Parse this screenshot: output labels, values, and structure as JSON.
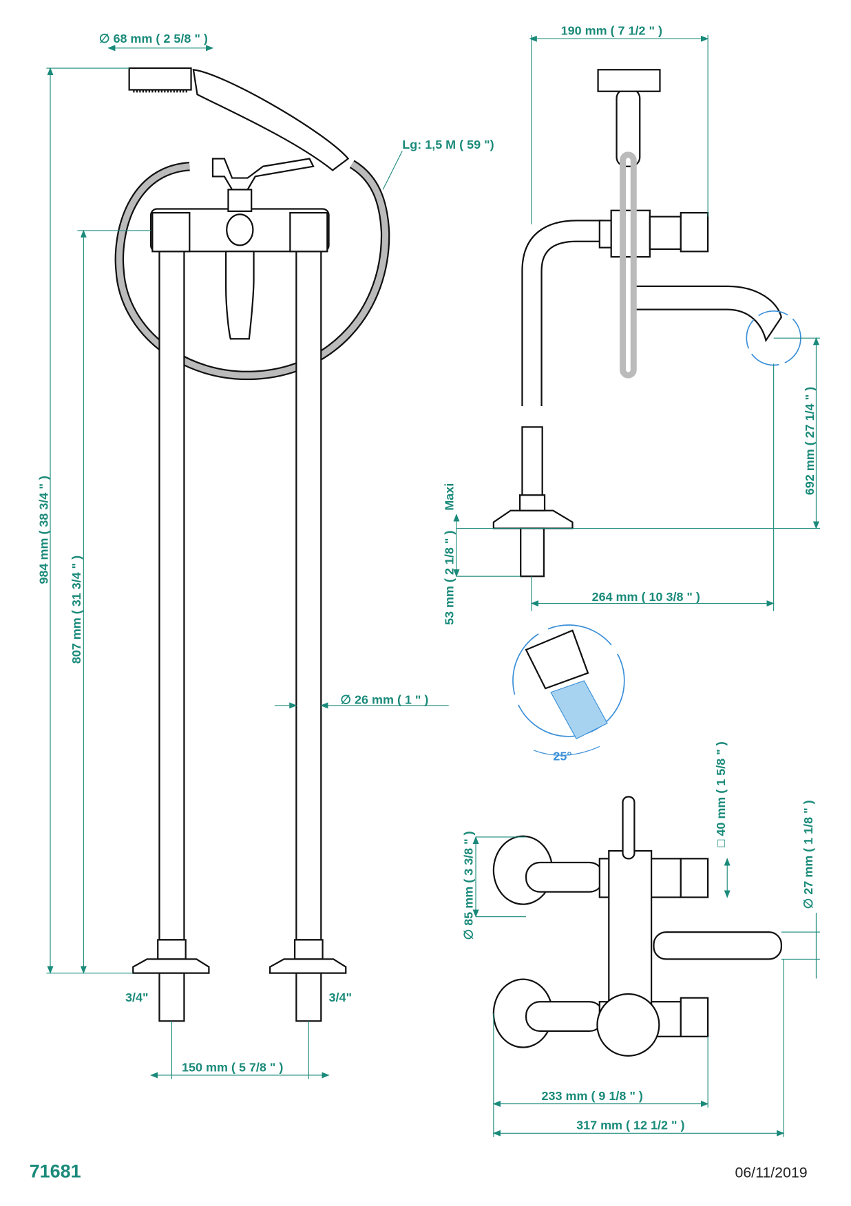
{
  "drawing": {
    "product_code": "71681",
    "date": "06/11/2019",
    "colors": {
      "dimension": "#1a8a7a",
      "detail": "#3a8fd8",
      "outline": "#111111"
    },
    "dimensions": {
      "head_diameter": "∅ 68 mm ( 2 5/8 \" )",
      "side_width": "190 mm ( 7 1/2 \" )",
      "hose_length": "Lg: 1,5 M ( 59 \")",
      "total_height": "984 mm ( 38 3/4 \" )",
      "body_height": "807 mm ( 31 3/4 \" )",
      "pipe_diameter": "∅ 26 mm ( 1 \" )",
      "maxi_label": "Maxi",
      "foot_length": "53 mm ( 2 1/8 \" )",
      "spout_height": "692 mm ( 27 1/4 \" )",
      "spout_reach": "264 mm ( 10 3/8 \" )",
      "spray_angle": "25°",
      "square_size": "□ 40 mm ( 1 5/8 \" )",
      "rosette_diameter": "∅ 85 mm ( 3 3/8 \" )",
      "spout_diameter": "∅ 27 mm ( 1 1/8 \" )",
      "thread_left": "3/4\"",
      "thread_right": "3/4\"",
      "center_distance": "150 mm ( 5 7/8 \" )",
      "top_width": "233 mm ( 9 1/8 \" )",
      "top_total_width": "317 mm ( 12 1/2 \" )"
    }
  }
}
